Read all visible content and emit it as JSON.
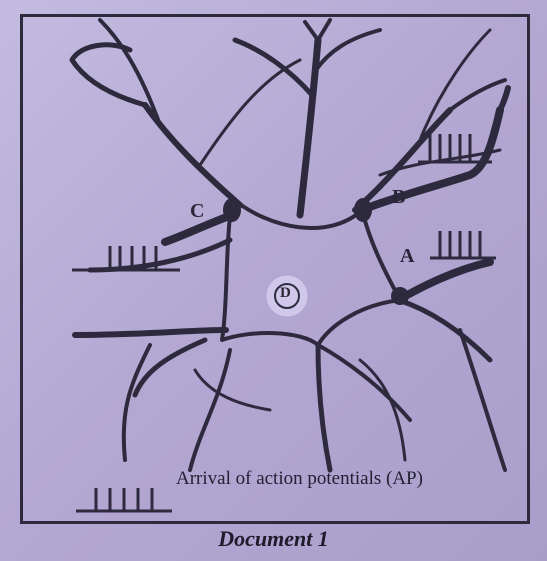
{
  "labels": {
    "a": "A",
    "b": "B",
    "c": "C",
    "d": "D"
  },
  "legend": {
    "text": "Arrival of action potentials (AP)"
  },
  "caption": "Document 1",
  "colors": {
    "ink": "#2e2a3e",
    "paper": "#b8aed6"
  }
}
